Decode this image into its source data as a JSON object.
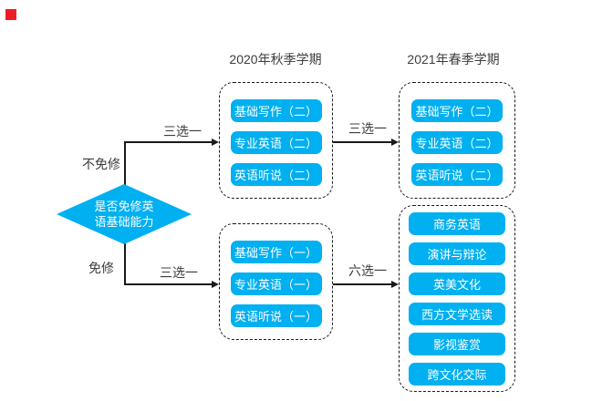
{
  "colors": {
    "accent_cyan": "#00b0f0",
    "marker_red": "#ed1c24",
    "line_black": "#1a1a1a",
    "text_gray": "#3d3d3d",
    "node_text_white": "#ffffff"
  },
  "headers": {
    "fall": "2020年秋季学期",
    "spring": "2021年春季学期"
  },
  "decision": {
    "line1": "是否免修英",
    "line2": "语基础能力"
  },
  "labels": {
    "not_exempt": "不免修",
    "exempt": "免修",
    "choose_three_top_left": "三选一",
    "choose_three_top_mid": "三选一",
    "choose_three_bottom_left": "三选一",
    "choose_six_bottom_mid": "六选一"
  },
  "boxes": {
    "fall_not_exempt": {
      "items": [
        "基础写作（二）",
        "专业英语（二）",
        "英语听说（二）"
      ]
    },
    "spring_not_exempt": {
      "items": [
        "基础写作（二）",
        "专业英语（二）",
        "英语听说（二）"
      ]
    },
    "fall_exempt": {
      "items": [
        "基础写作（一）",
        "专业英语（一）",
        "英语听说（一）"
      ]
    },
    "spring_exempt": {
      "items": [
        "商务英语",
        "演讲与辩论",
        "英美文化",
        "西方文学选读",
        "影视鉴赏",
        "跨文化交际"
      ]
    }
  }
}
